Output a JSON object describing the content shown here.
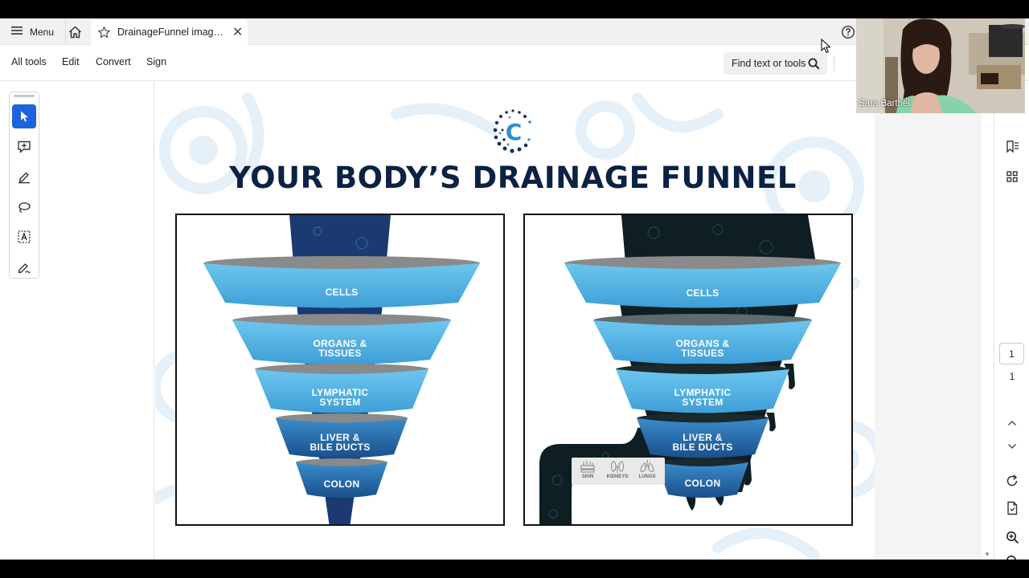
{
  "tabbar": {
    "menu_label": "Menu",
    "tab_title": "DrainageFunnel image..."
  },
  "toolbar": {
    "items": [
      "All tools",
      "Edit",
      "Convert",
      "Sign"
    ],
    "search_placeholder": "Find text or tools"
  },
  "slide": {
    "logo_letter": "C",
    "title": "YOUR BODY’S DRAINAGE FUNNEL",
    "funnel_left": {
      "cells": "CELLS",
      "organs_1": "ORGANS &",
      "organs_2": "TISSUES",
      "lymph_1": "LYMPHATIC",
      "lymph_2": "SYSTEM",
      "liver_1": "LIVER &",
      "liver_2": "BILE DUCTS",
      "colon": "COLON"
    },
    "funnel_right": {
      "cells": "CELLS",
      "organs_1": "ORGANS &",
      "organs_2": "TISSUES",
      "lymph_1": "LYMPHATIC",
      "lymph_2": "SYSTEM",
      "liver_1": "LIVER &",
      "liver_2": "BILE DUCTS",
      "colon": "COLON"
    },
    "elimination_organs": [
      "SKIN",
      "KIDNEYS",
      "LUNGS"
    ]
  },
  "page_nav": {
    "current": "1",
    "total": "1"
  },
  "webcam": {
    "name": "Sara Barthel"
  },
  "colors": {
    "accent_blue": "#1d63dd",
    "title_navy": "#0c2244",
    "funnel_light": "#5bbde8",
    "funnel_dark": "#1f5f9c"
  }
}
